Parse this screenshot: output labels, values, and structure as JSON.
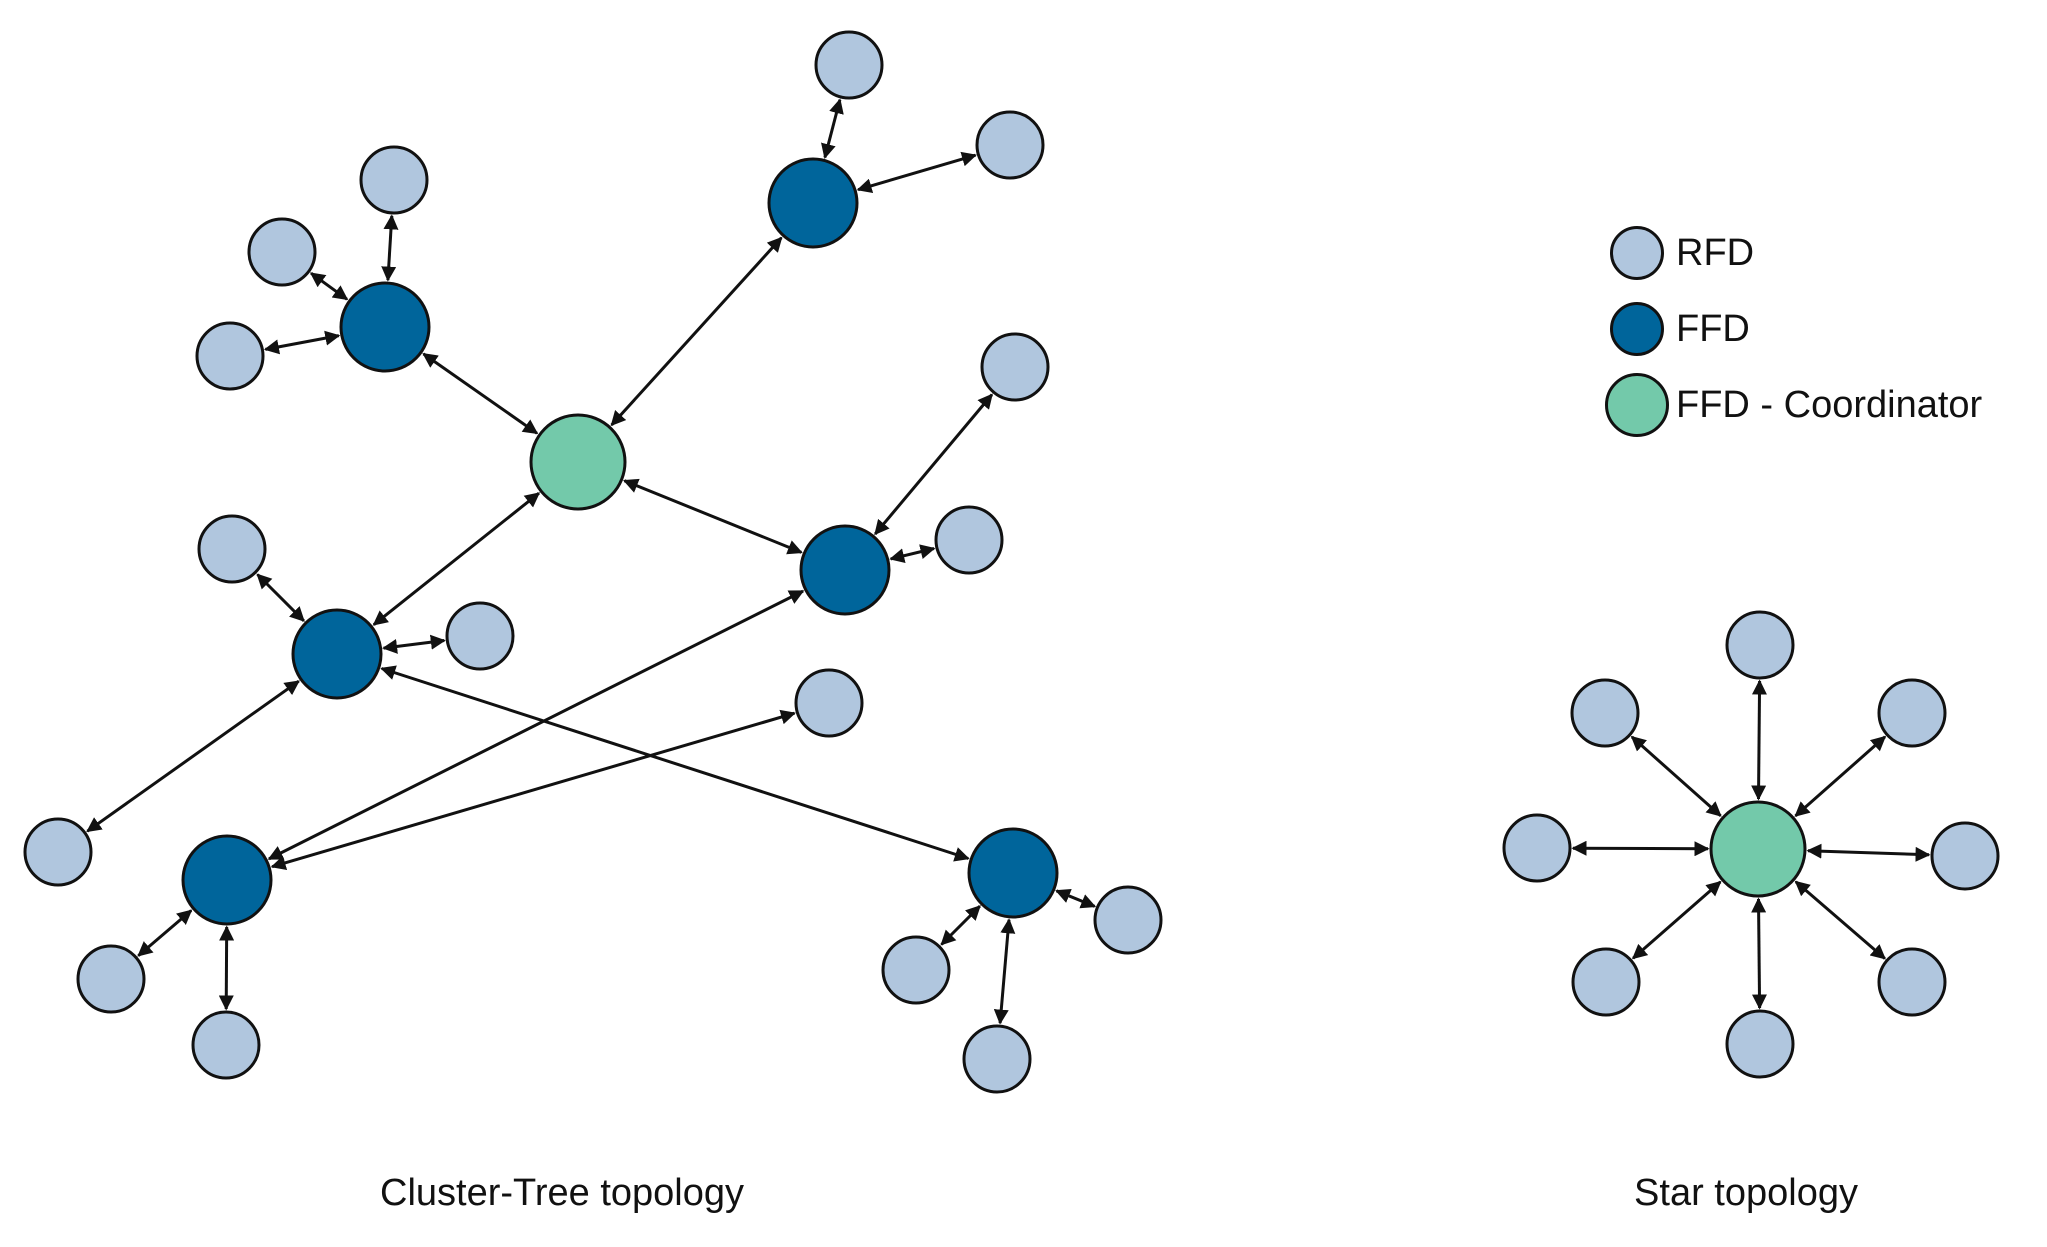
{
  "colors": {
    "rfd": "#b0c6de",
    "ffd": "#00659b",
    "coordinator": "#73c9aa",
    "edge": "#111111"
  },
  "legend": [
    {
      "label": "RFD",
      "type": "rfd"
    },
    {
      "label": "FFD",
      "type": "ffd"
    },
    {
      "label": "FFD - Coordinator",
      "type": "coordinator"
    }
  ],
  "captions": {
    "cluster_tree": "Cluster-Tree topology",
    "star": "Star topology"
  },
  "cluster_tree": {
    "nodes": [
      {
        "id": "C",
        "type": "coordinator"
      },
      {
        "id": "F1",
        "type": "ffd"
      },
      {
        "id": "F2",
        "type": "ffd"
      },
      {
        "id": "F3",
        "type": "ffd"
      },
      {
        "id": "F4",
        "type": "ffd"
      },
      {
        "id": "F5",
        "type": "ffd"
      },
      {
        "id": "F6",
        "type": "ffd"
      },
      {
        "id": "R1",
        "type": "rfd"
      },
      {
        "id": "R2",
        "type": "rfd"
      },
      {
        "id": "R3",
        "type": "rfd"
      },
      {
        "id": "R4",
        "type": "rfd"
      },
      {
        "id": "R5",
        "type": "rfd"
      },
      {
        "id": "R6",
        "type": "rfd"
      },
      {
        "id": "R7",
        "type": "rfd"
      },
      {
        "id": "R8",
        "type": "rfd"
      },
      {
        "id": "R9",
        "type": "rfd"
      },
      {
        "id": "R10",
        "type": "rfd"
      },
      {
        "id": "R11",
        "type": "rfd"
      },
      {
        "id": "R12",
        "type": "rfd"
      },
      {
        "id": "R13",
        "type": "rfd"
      },
      {
        "id": "R14",
        "type": "rfd"
      },
      {
        "id": "R15",
        "type": "rfd"
      },
      {
        "id": "R16",
        "type": "rfd"
      }
    ],
    "edges": [
      [
        "C",
        "F1"
      ],
      [
        "C",
        "F2"
      ],
      [
        "C",
        "F3"
      ],
      [
        "C",
        "F4"
      ],
      [
        "F4",
        "F5"
      ],
      [
        "F3",
        "F6"
      ],
      [
        "F1",
        "R1"
      ],
      [
        "F1",
        "R2"
      ],
      [
        "F1",
        "R3"
      ],
      [
        "F2",
        "R4"
      ],
      [
        "F2",
        "R5"
      ],
      [
        "F3",
        "R6"
      ],
      [
        "F3",
        "R7"
      ],
      [
        "F3",
        "R8"
      ],
      [
        "F4",
        "R9"
      ],
      [
        "F4",
        "R10"
      ],
      [
        "F5",
        "R11"
      ],
      [
        "F5",
        "R12"
      ],
      [
        "F5",
        "R13"
      ],
      [
        "F6",
        "R14"
      ],
      [
        "F6",
        "R15"
      ],
      [
        "F6",
        "R16"
      ]
    ]
  },
  "star": {
    "nodes": [
      {
        "id": "S",
        "type": "coordinator"
      },
      {
        "id": "S1",
        "type": "rfd"
      },
      {
        "id": "S2",
        "type": "rfd"
      },
      {
        "id": "S3",
        "type": "rfd"
      },
      {
        "id": "S4",
        "type": "rfd"
      },
      {
        "id": "S5",
        "type": "rfd"
      },
      {
        "id": "S6",
        "type": "rfd"
      },
      {
        "id": "S7",
        "type": "rfd"
      },
      {
        "id": "S8",
        "type": "rfd"
      }
    ],
    "edges": [
      [
        "S",
        "S1"
      ],
      [
        "S",
        "S2"
      ],
      [
        "S",
        "S3"
      ],
      [
        "S",
        "S4"
      ],
      [
        "S",
        "S5"
      ],
      [
        "S",
        "S6"
      ],
      [
        "S",
        "S7"
      ],
      [
        "S",
        "S8"
      ]
    ]
  }
}
